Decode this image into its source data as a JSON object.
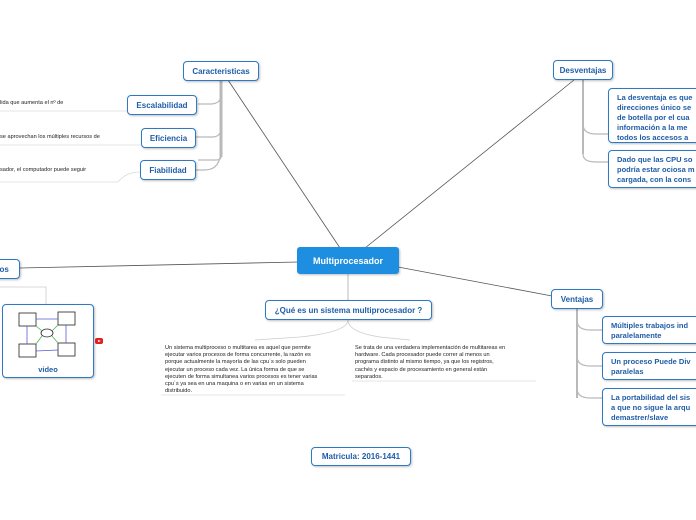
{
  "central": {
    "label": "Multiprocesador"
  },
  "caracteristicas": {
    "label": "Caracteristicas",
    "children": [
      {
        "label": "Escalabilidad",
        "leaf": "lida que aumenta el nº de"
      },
      {
        "label": "Eficiencia",
        "leaf": "se aprovechan los múltiples recursos de"
      },
      {
        "label": "Fiabilidad",
        "leaf": "sador, el computador puede seguir"
      }
    ]
  },
  "desventajas": {
    "label": "Desventajas",
    "notes": [
      {
        "lines": [
          "La desventaja es que",
          "direcciones único se",
          "de botella por el cua",
          "información a la me",
          "todos los accesos a"
        ]
      },
      {
        "lines": [
          "Dado que las CPU so",
          "podría estar ociosa m",
          "cargada, con la cons"
        ]
      }
    ]
  },
  "ventajas": {
    "label": "Ventajas",
    "notes": [
      {
        "lines": [
          "Múltiples trabajos ind",
          "paralelamente"
        ]
      },
      {
        "lines": [
          "Un proceso Puede Div",
          "paralelas"
        ]
      },
      {
        "lines": [
          "La portabilidad del sis",
          "a que no sigue la arqu",
          "demastrer/slave"
        ]
      }
    ]
  },
  "que_es": {
    "label": "¿Qué es un sistema multiprocesador ?",
    "texts": [
      {
        "lines": [
          "Un sistema multiproceso o multitarea es aquel que permite",
          "ejecutar varios procesos de forma concurrente, la razón es",
          "porque actualmente la mayoría de las cpu´s solo pueden",
          "ejecutar un proceso cada vez. La única forma de que se",
          "ejecuten de forma simultanea varios procesos es tener varias",
          "cpu´s ya sea en una maquina o en varias en un sistema",
          "distribuido."
        ]
      },
      {
        "lines": [
          "Se trata de una verdadera implementación de multitareas en",
          "hardware. Cada procesador puede correr al menos un",
          "programa distinto al mismo tiempo, ya que los registros,",
          "cachés y espacio de procesamiento en general están",
          "separados."
        ]
      }
    ]
  },
  "left_topic": {
    "label": "los"
  },
  "video": {
    "label": "video",
    "icon": "youtube-icon"
  },
  "matricula": {
    "label": "Matricula: 2016-1441"
  },
  "colors": {
    "accent": "#2f78c4",
    "central": "#1e8fe0",
    "line": "#555555",
    "branch": "#b9b9b9"
  }
}
